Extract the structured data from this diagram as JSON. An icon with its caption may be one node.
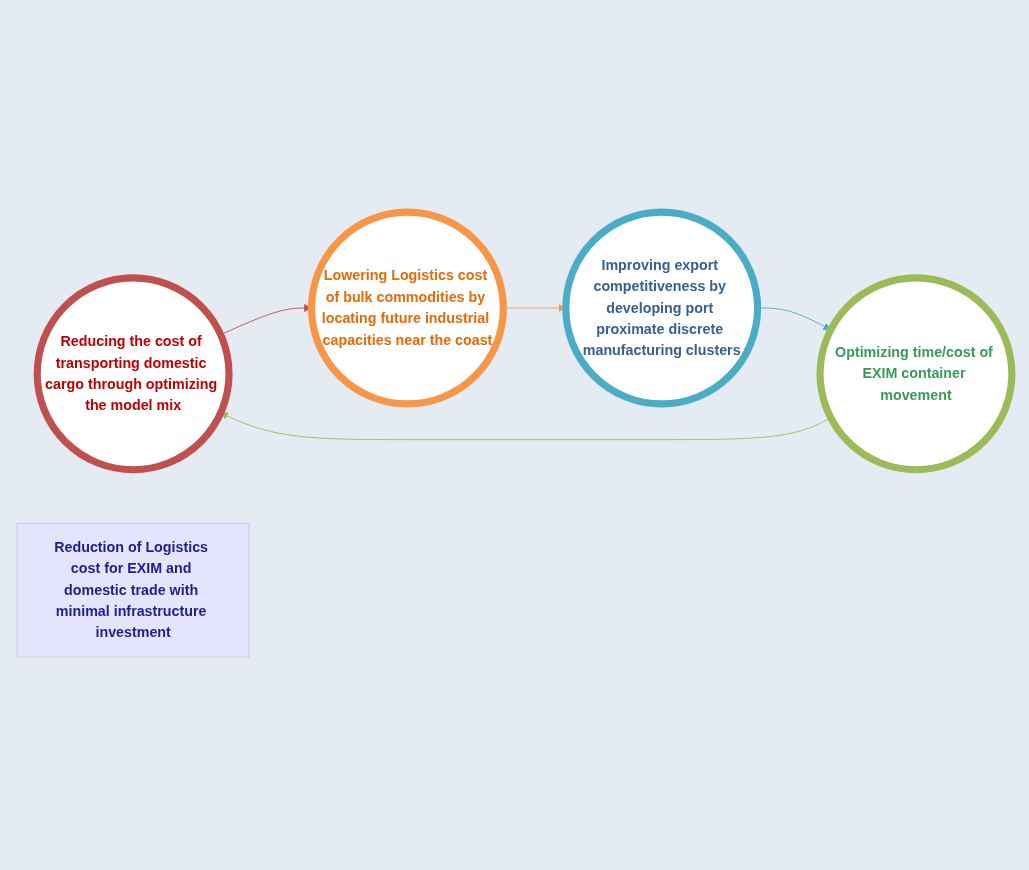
{
  "diagram": {
    "nodes": [
      {
        "text": [
          "Reducing the cost of transporting domestic cargo through optimizing the model mix"
        ]
      },
      {
        "text": [
          "Lowering Logistics cost of bulk commodities by locating future industrial capacities near the coast"
        ]
      },
      {
        "text": [
          "Reduction of Logistics cost for EXIM and domestic trade with minimal infrastructure investment"
        ]
      },
      {
        "text": [
          "Optimizing time/cost of EXIM container movement"
        ]
      },
      {
        "text": [
          "Improving export competitiveness by developing port proximate discrete manufacturing clusters"
        ]
      }
    ],
    "edges": [
      {
        "from": 0,
        "to": 1,
        "arrow": "to",
        "color": "#c0504d"
      },
      {
        "from": 1,
        "to": 4,
        "arrow": "to",
        "color": "#f79646"
      },
      {
        "from": 4,
        "to": 3,
        "arrow": "to",
        "color": "#4bacc6"
      },
      {
        "from": 3,
        "to": 0,
        "arrow": "to",
        "color": "#9bbb59"
      }
    ]
  }
}
